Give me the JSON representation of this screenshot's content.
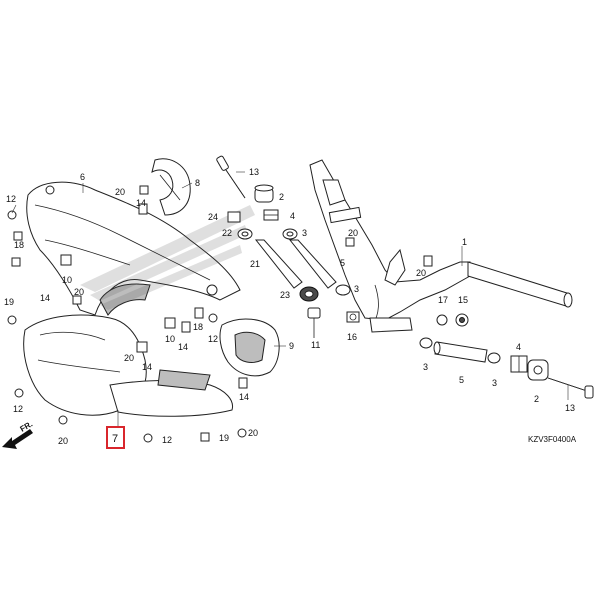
{
  "diagram_code": "KZV3F0400A",
  "direction_label": "FR.",
  "highlight_color": "#d9262c",
  "line_color": "#222222",
  "callouts": {
    "c1": "1",
    "c2a": "2",
    "c2b": "2",
    "c3a": "3",
    "c3b": "3",
    "c3c": "3",
    "c3d": "3",
    "c4a": "4",
    "c4b": "4",
    "c5a": "5",
    "c5b": "5",
    "c6": "6",
    "c7": "7",
    "c8": "8",
    "c9": "9",
    "c10a": "10",
    "c10b": "10",
    "c11": "11",
    "c12a": "12",
    "c12b": "12",
    "c12c": "12",
    "c13a": "13",
    "c13b": "13",
    "c14a": "14",
    "c14b": "14",
    "c14c": "14",
    "c14d": "14",
    "c15": "15",
    "c16": "16",
    "c17": "17",
    "c18a": "18",
    "c18b": "18",
    "c19a": "19",
    "c19b": "19",
    "c20a": "20",
    "c20b": "20",
    "c20c": "20",
    "c20d": "20",
    "c20e": "20",
    "c20f": "20",
    "c21": "21",
    "c22": "22",
    "c23": "23",
    "c24": "24"
  }
}
